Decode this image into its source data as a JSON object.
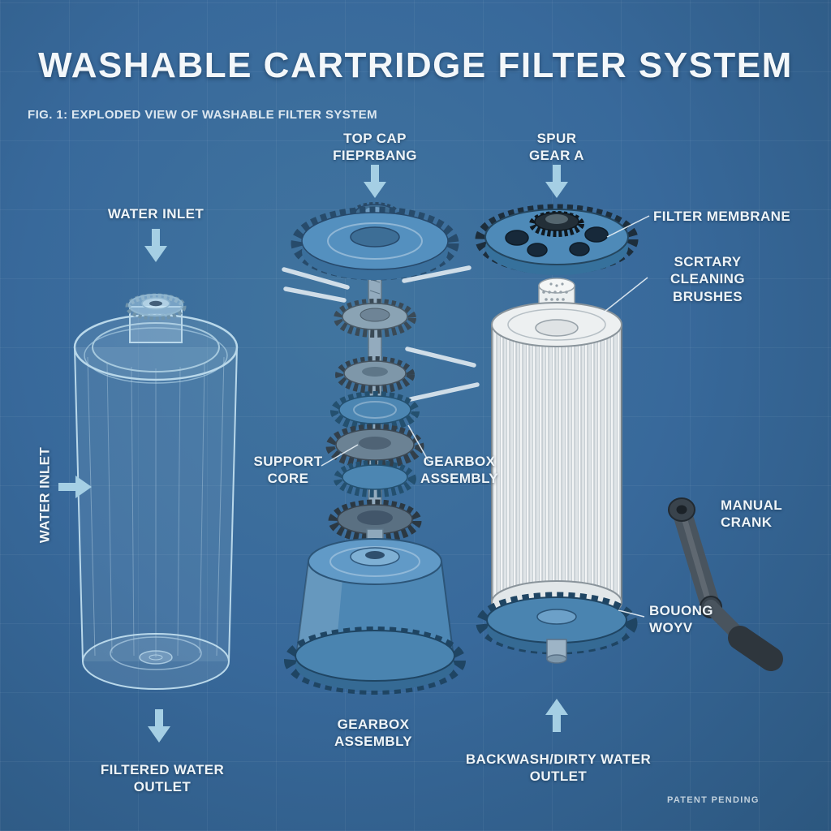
{
  "header": {
    "title": "WASHABLE CARTRIDGE FILTER SYSTEM",
    "caption": "FIG. 1: EXPLODED VIEW OF WASHABLE FILTER SYSTEM"
  },
  "labels": {
    "water_inlet_top": "WATER INLET",
    "water_inlet_side": "WATER INLET",
    "top_cap": "TOP CAP\nFIEPRBANG",
    "spur_gear": "SPUR\nGEAR A",
    "filter_membrane": "FILTER MEMBRANE",
    "cleaning_brushes": "SCRTARY CLEANING\nBRUSHES",
    "support_core": "SUPPORT\nCORE",
    "gearbox_mid": "GEARBOX\nASSEMBLY",
    "manual_crank": "MANUAL\nCRANK",
    "bottom_ring": "BOUONG\nWOYV",
    "gearbox_bottom": "GEARBOX\nASSEMBLY",
    "backwash_outlet": "BACKWASH/DIRTY WATER\nOUTLET",
    "filtered_outlet": "FILTERED WATER\nOUTLET",
    "patent": "PATENT PENDING"
  },
  "colors": {
    "background": "#35679a",
    "arrow_accent": "#a5cfe4",
    "label_ink": "#eef4f8",
    "part_blue": "#4e8ab8",
    "membrane_white": "#f1f3f4",
    "crank_gray": "#49545e"
  }
}
